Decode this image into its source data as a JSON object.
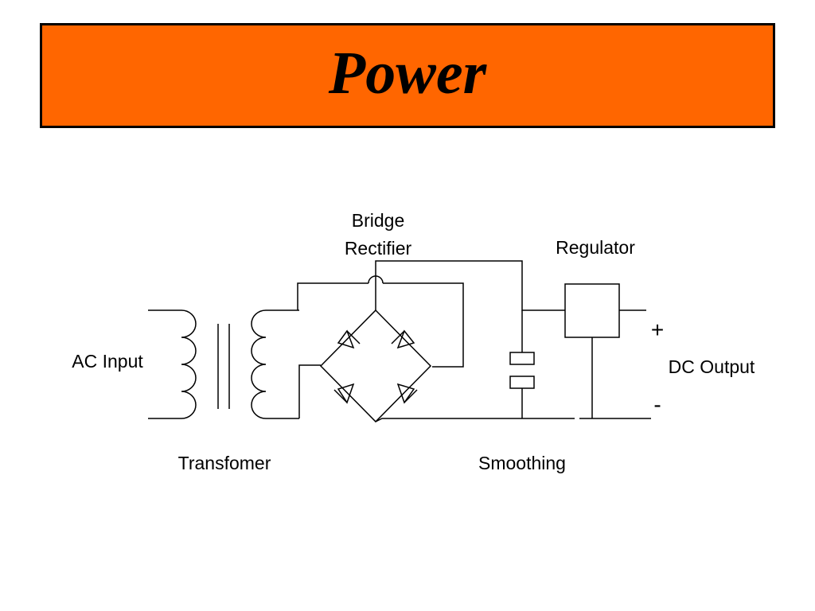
{
  "slide": {
    "title": "Power",
    "title_bg": "#ff6600"
  },
  "labels": {
    "bridge_line1": "Bridge",
    "bridge_line2": "Rectifier",
    "regulator": "Regulator",
    "ac_input": "AC Input",
    "dc_output": "DC Output",
    "plus": "+",
    "minus": "-",
    "transformer": "Transfomer",
    "smoothing": "Smoothing"
  },
  "icons": {
    "transformer": "transformer-icon",
    "bridge": "bridge-rectifier-icon",
    "capacitor": "capacitor-icon",
    "regulator": "regulator-box"
  }
}
